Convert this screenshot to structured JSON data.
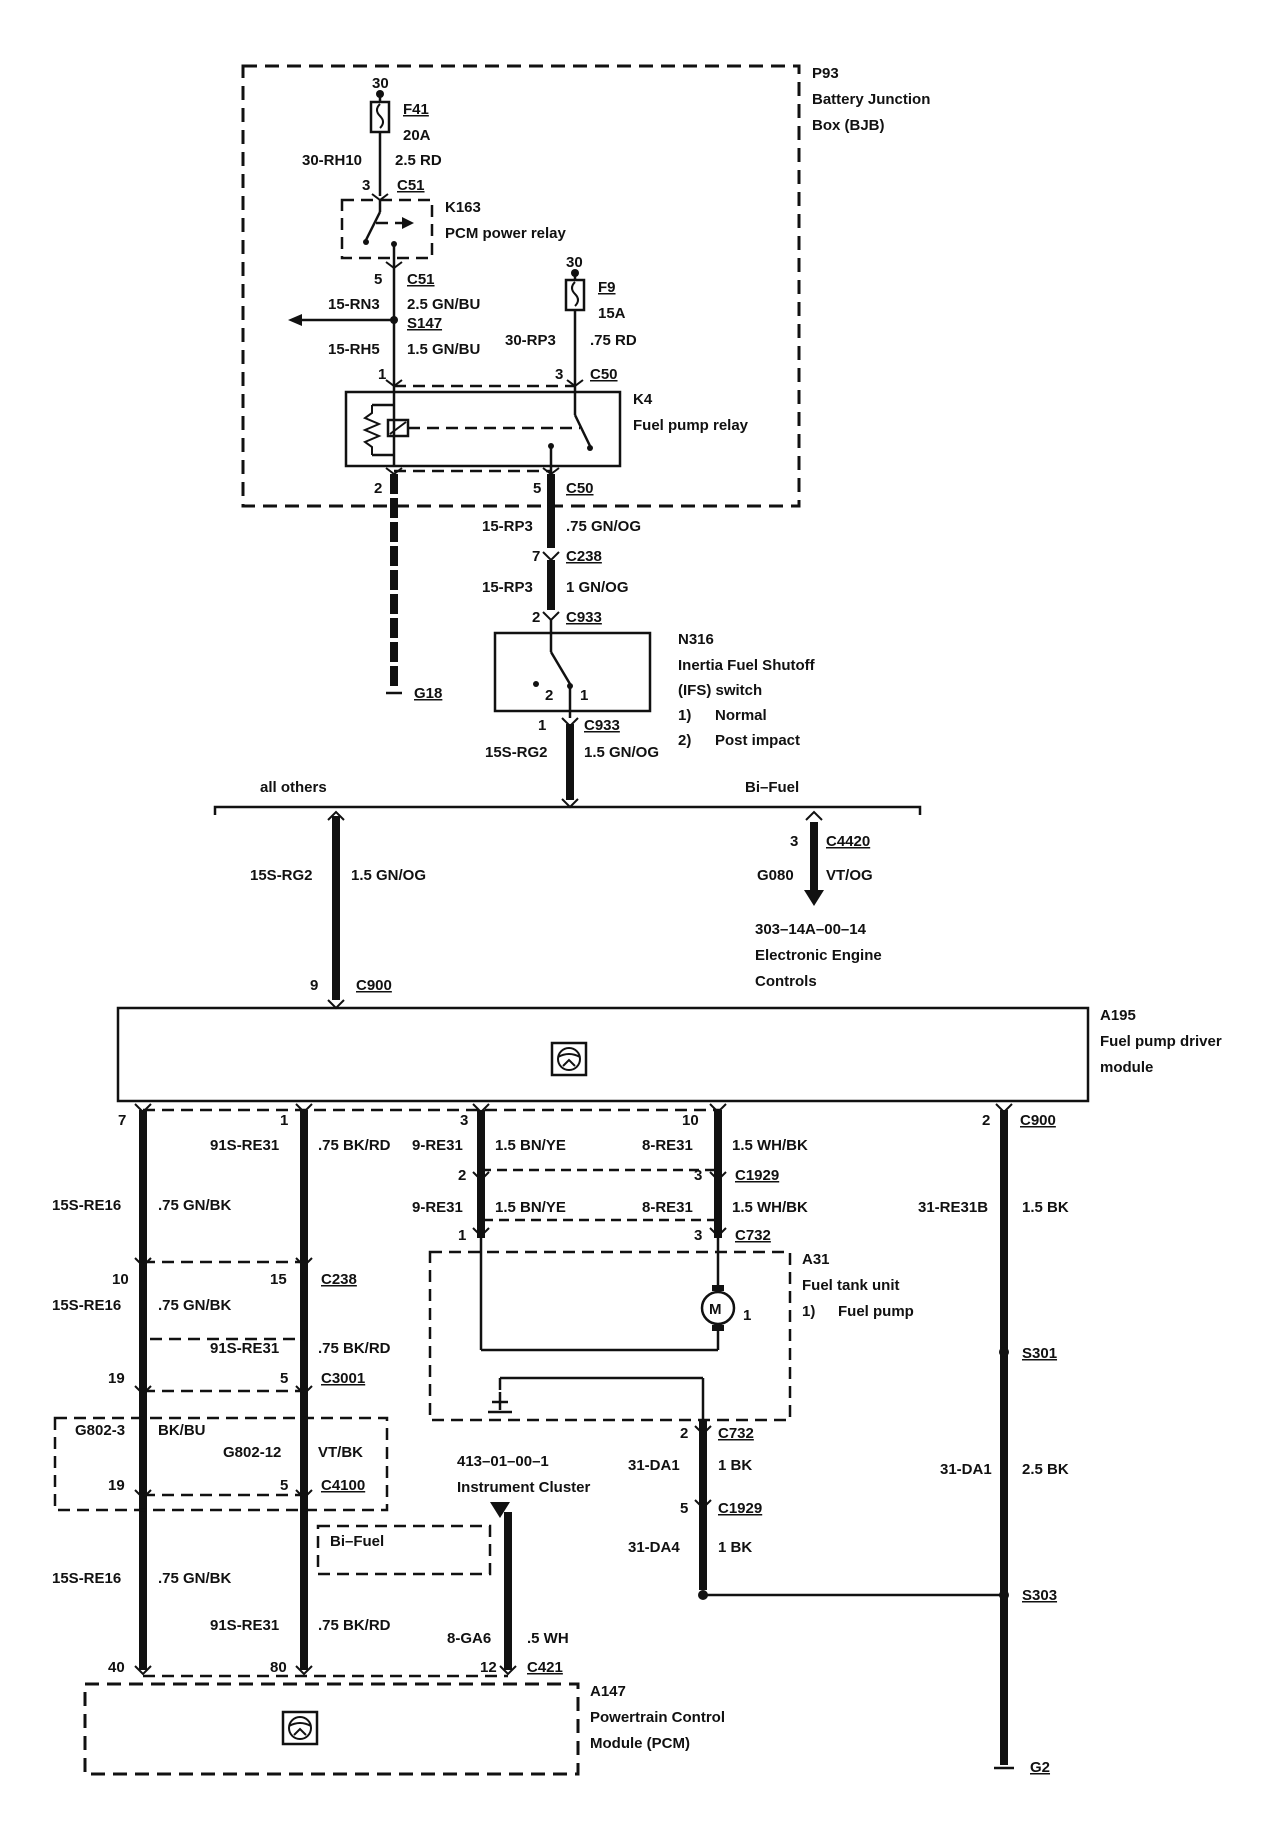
{
  "bjb": {
    "id": "P93",
    "l1": "Battery Junction",
    "l2": "Box (BJB)"
  },
  "f41": {
    "top": "30",
    "id": "F41",
    "rating": "20A"
  },
  "w_rh10": {
    "circuit": "30-RH10",
    "size": "2.5 RD"
  },
  "c51_top": {
    "pin": "3",
    "conn": "C51"
  },
  "k163": {
    "id": "K163",
    "name": "PCM power relay"
  },
  "c51_bot": {
    "pin": "5",
    "conn": "C51"
  },
  "w_rn3": {
    "circuit": "15-RN3",
    "size": "2.5 GN/BU"
  },
  "s147": "S147",
  "w_rh5": {
    "circuit": "15-RH5",
    "size": "1.5 GN/BU"
  },
  "f9": {
    "top": "30",
    "id": "F9",
    "rating": "15A"
  },
  "w_rp3a": {
    "circuit": "30-RP3",
    "size": ".75 RD"
  },
  "c50_top": {
    "pin1": "1",
    "pin3": "3",
    "conn": "C50"
  },
  "k4": {
    "id": "K4",
    "name": "Fuel pump relay"
  },
  "c50_bot": {
    "pin2": "2",
    "pin5": "5",
    "conn": "C50"
  },
  "w_rp3b": {
    "circuit": "15-RP3",
    "size": ".75 GN/OG"
  },
  "c238a": {
    "pin": "7",
    "conn": "C238"
  },
  "w_rp3c": {
    "circuit": "15-RP3",
    "size": "1 GN/OG"
  },
  "c933a": {
    "pin": "2",
    "conn": "C933"
  },
  "n316": {
    "id": "N316",
    "l1": "Inertia Fuel Shutoff",
    "l2": "(IFS) switch",
    "o1n": "1)",
    "o1": "Normal",
    "o2n": "2)",
    "o2": "Post impact",
    "p2": "2",
    "p1": "1"
  },
  "c933b": {
    "pin": "1",
    "conn": "C933"
  },
  "w_rg2a": {
    "circuit": "15S-RG2",
    "size": "1.5 GN/OG"
  },
  "g18": "G18",
  "branch": {
    "left": "all others",
    "right": "Bi–Fuel"
  },
  "w_rg2b": {
    "circuit": "15S-RG2",
    "size": "1.5 GN/OG"
  },
  "c4420": {
    "pin": "3",
    "conn": "C4420"
  },
  "w_g080": {
    "circuit": "G080",
    "size": "VT/OG"
  },
  "eec": {
    "l1": "303–14A–00–14",
    "l2": "Electronic Engine",
    "l3": "Controls"
  },
  "c900a": {
    "pin": "9",
    "conn": "C900"
  },
  "a195": {
    "id": "A195",
    "l1": "Fuel pump driver",
    "l2": "module"
  },
  "pins_a195": {
    "p7": "7",
    "p1": "1",
    "p3": "3",
    "p10": "10",
    "p2": "2",
    "conn": "C900"
  },
  "w_91re31a": {
    "circuit": "91S-RE31",
    "size": ".75 BK/RD"
  },
  "w_9re31a": {
    "circuit": "9-RE31",
    "size": "1.5 BN/YE"
  },
  "w_8re31a": {
    "circuit": "8-RE31",
    "size": "1.5 WH/BK"
  },
  "c1929a": {
    "pin2": "2",
    "pin3": "3",
    "conn": "C1929"
  },
  "w_15re16a": {
    "circuit": "15S-RE16",
    "size": ".75 GN/BK"
  },
  "w_9re31b": {
    "circuit": "9-RE31",
    "size": "1.5 BN/YE"
  },
  "w_8re31b": {
    "circuit": "8-RE31",
    "size": "1.5 WH/BK"
  },
  "w_31re31b": {
    "circuit": "31-RE31B",
    "size": "1.5 BK"
  },
  "c732a": {
    "pin1": "1",
    "pin3": "3",
    "conn": "C732"
  },
  "a31": {
    "id": "A31",
    "l1": "Fuel tank unit",
    "o1n": "1)",
    "o1": "Fuel pump",
    "motor": "M",
    "mp": "1"
  },
  "c238b": {
    "pin10": "10",
    "pin15": "15",
    "conn": "C238"
  },
  "w_15re16b": {
    "circuit": "15S-RE16",
    "size": ".75 GN/BK"
  },
  "w_91re31b": {
    "circuit": "91S-RE31",
    "size": ".75 BK/RD"
  },
  "c3001": {
    "pin19": "19",
    "pin5": "5",
    "conn": "C3001"
  },
  "s301": "S301",
  "g802": {
    "c1": "G802-3",
    "s1": "BK/BU",
    "c2": "G802-12",
    "s2": "VT/BK",
    "pin19": "19",
    "pin5": "5",
    "conn": "C4100"
  },
  "ic": {
    "l1": "413–01–00–1",
    "l2": "Instrument Cluster"
  },
  "c732b": {
    "pin": "2",
    "conn": "C732"
  },
  "w_da1a": {
    "circuit": "31-DA1",
    "size": "1 BK"
  },
  "w_da1b": {
    "circuit": "31-DA1",
    "size": "2.5 BK"
  },
  "c1929b": {
    "pin": "5",
    "conn": "C1929"
  },
  "bifuel2": "Bi–Fuel",
  "w_15re16c": {
    "circuit": "15S-RE16",
    "size": ".75 GN/BK"
  },
  "w_da4": {
    "circuit": "31-DA4",
    "size": "1 BK"
  },
  "s303": "S303",
  "w_91re31c": {
    "circuit": "91S-RE31",
    "size": ".75 BK/RD"
  },
  "w_ga6": {
    "circuit": "8-GA6",
    "size": ".5 WH"
  },
  "pins_pcm": {
    "p40": "40",
    "p80": "80",
    "p12": "12",
    "conn": "C421"
  },
  "a147": {
    "id": "A147",
    "l1": "Powertrain Control",
    "l2": "Module (PCM)"
  },
  "g2": "G2"
}
